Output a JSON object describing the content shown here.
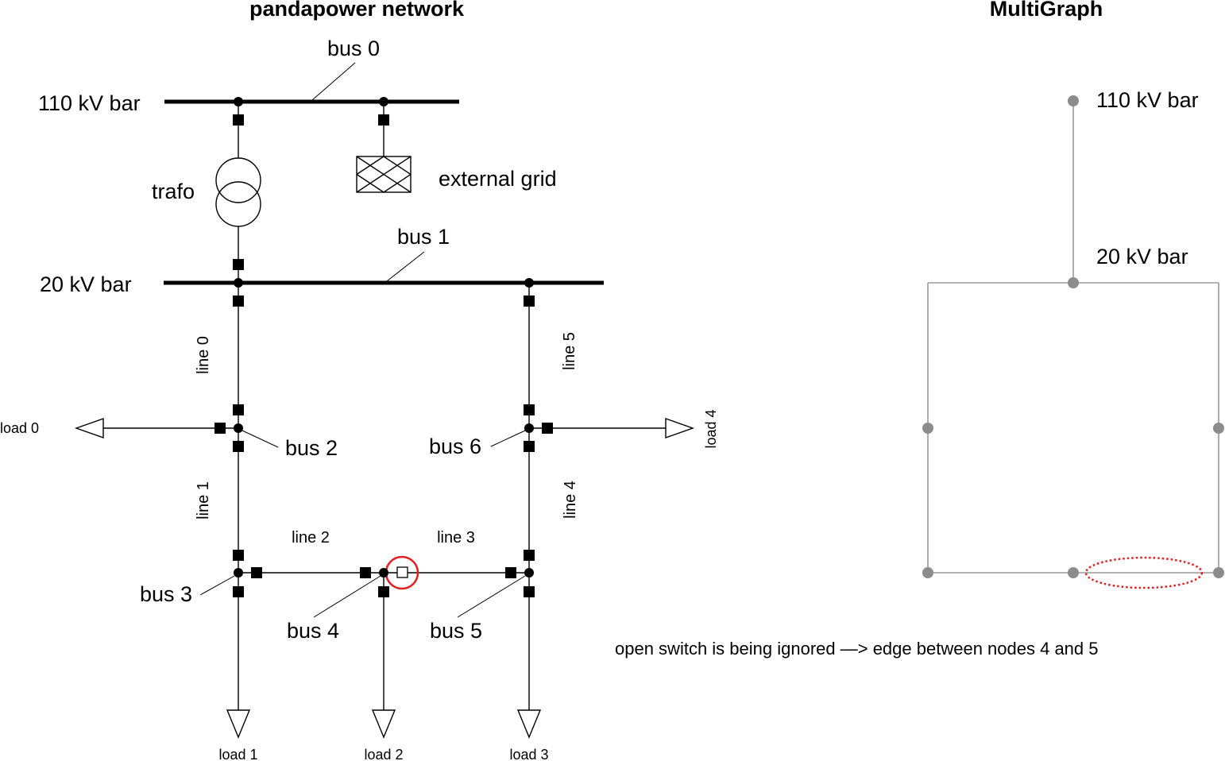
{
  "titles": {
    "left": "pandapower network",
    "right": "MultiGraph"
  },
  "buses": {
    "b0": "bus 0",
    "b1": "bus 1",
    "b2": "bus 2",
    "b3": "bus 3",
    "b4": "bus 4",
    "b5": "bus 5",
    "b6": "bus 6"
  },
  "bars": {
    "hv": "110 kV bar",
    "mv": "20 kV bar"
  },
  "elements": {
    "trafo": "trafo",
    "ext_grid": "external grid"
  },
  "lines": {
    "l0": "line 0",
    "l1": "line 1",
    "l2": "line 2",
    "l3": "line 3",
    "l4": "line 4",
    "l5": "line 5"
  },
  "loads": {
    "ld0": "load 0",
    "ld1": "load 1",
    "ld2": "load 2",
    "ld3": "load 3",
    "ld4": "load 4"
  },
  "graph": {
    "hv": "110 kV bar",
    "mv": "20 kV bar",
    "note": "open switch is being ignored —> edge between nodes 4 and 5"
  },
  "colors": {
    "highlight": "#e02020",
    "graph_node": "#8c8c8c",
    "graph_edge": "#9a9a9a"
  }
}
